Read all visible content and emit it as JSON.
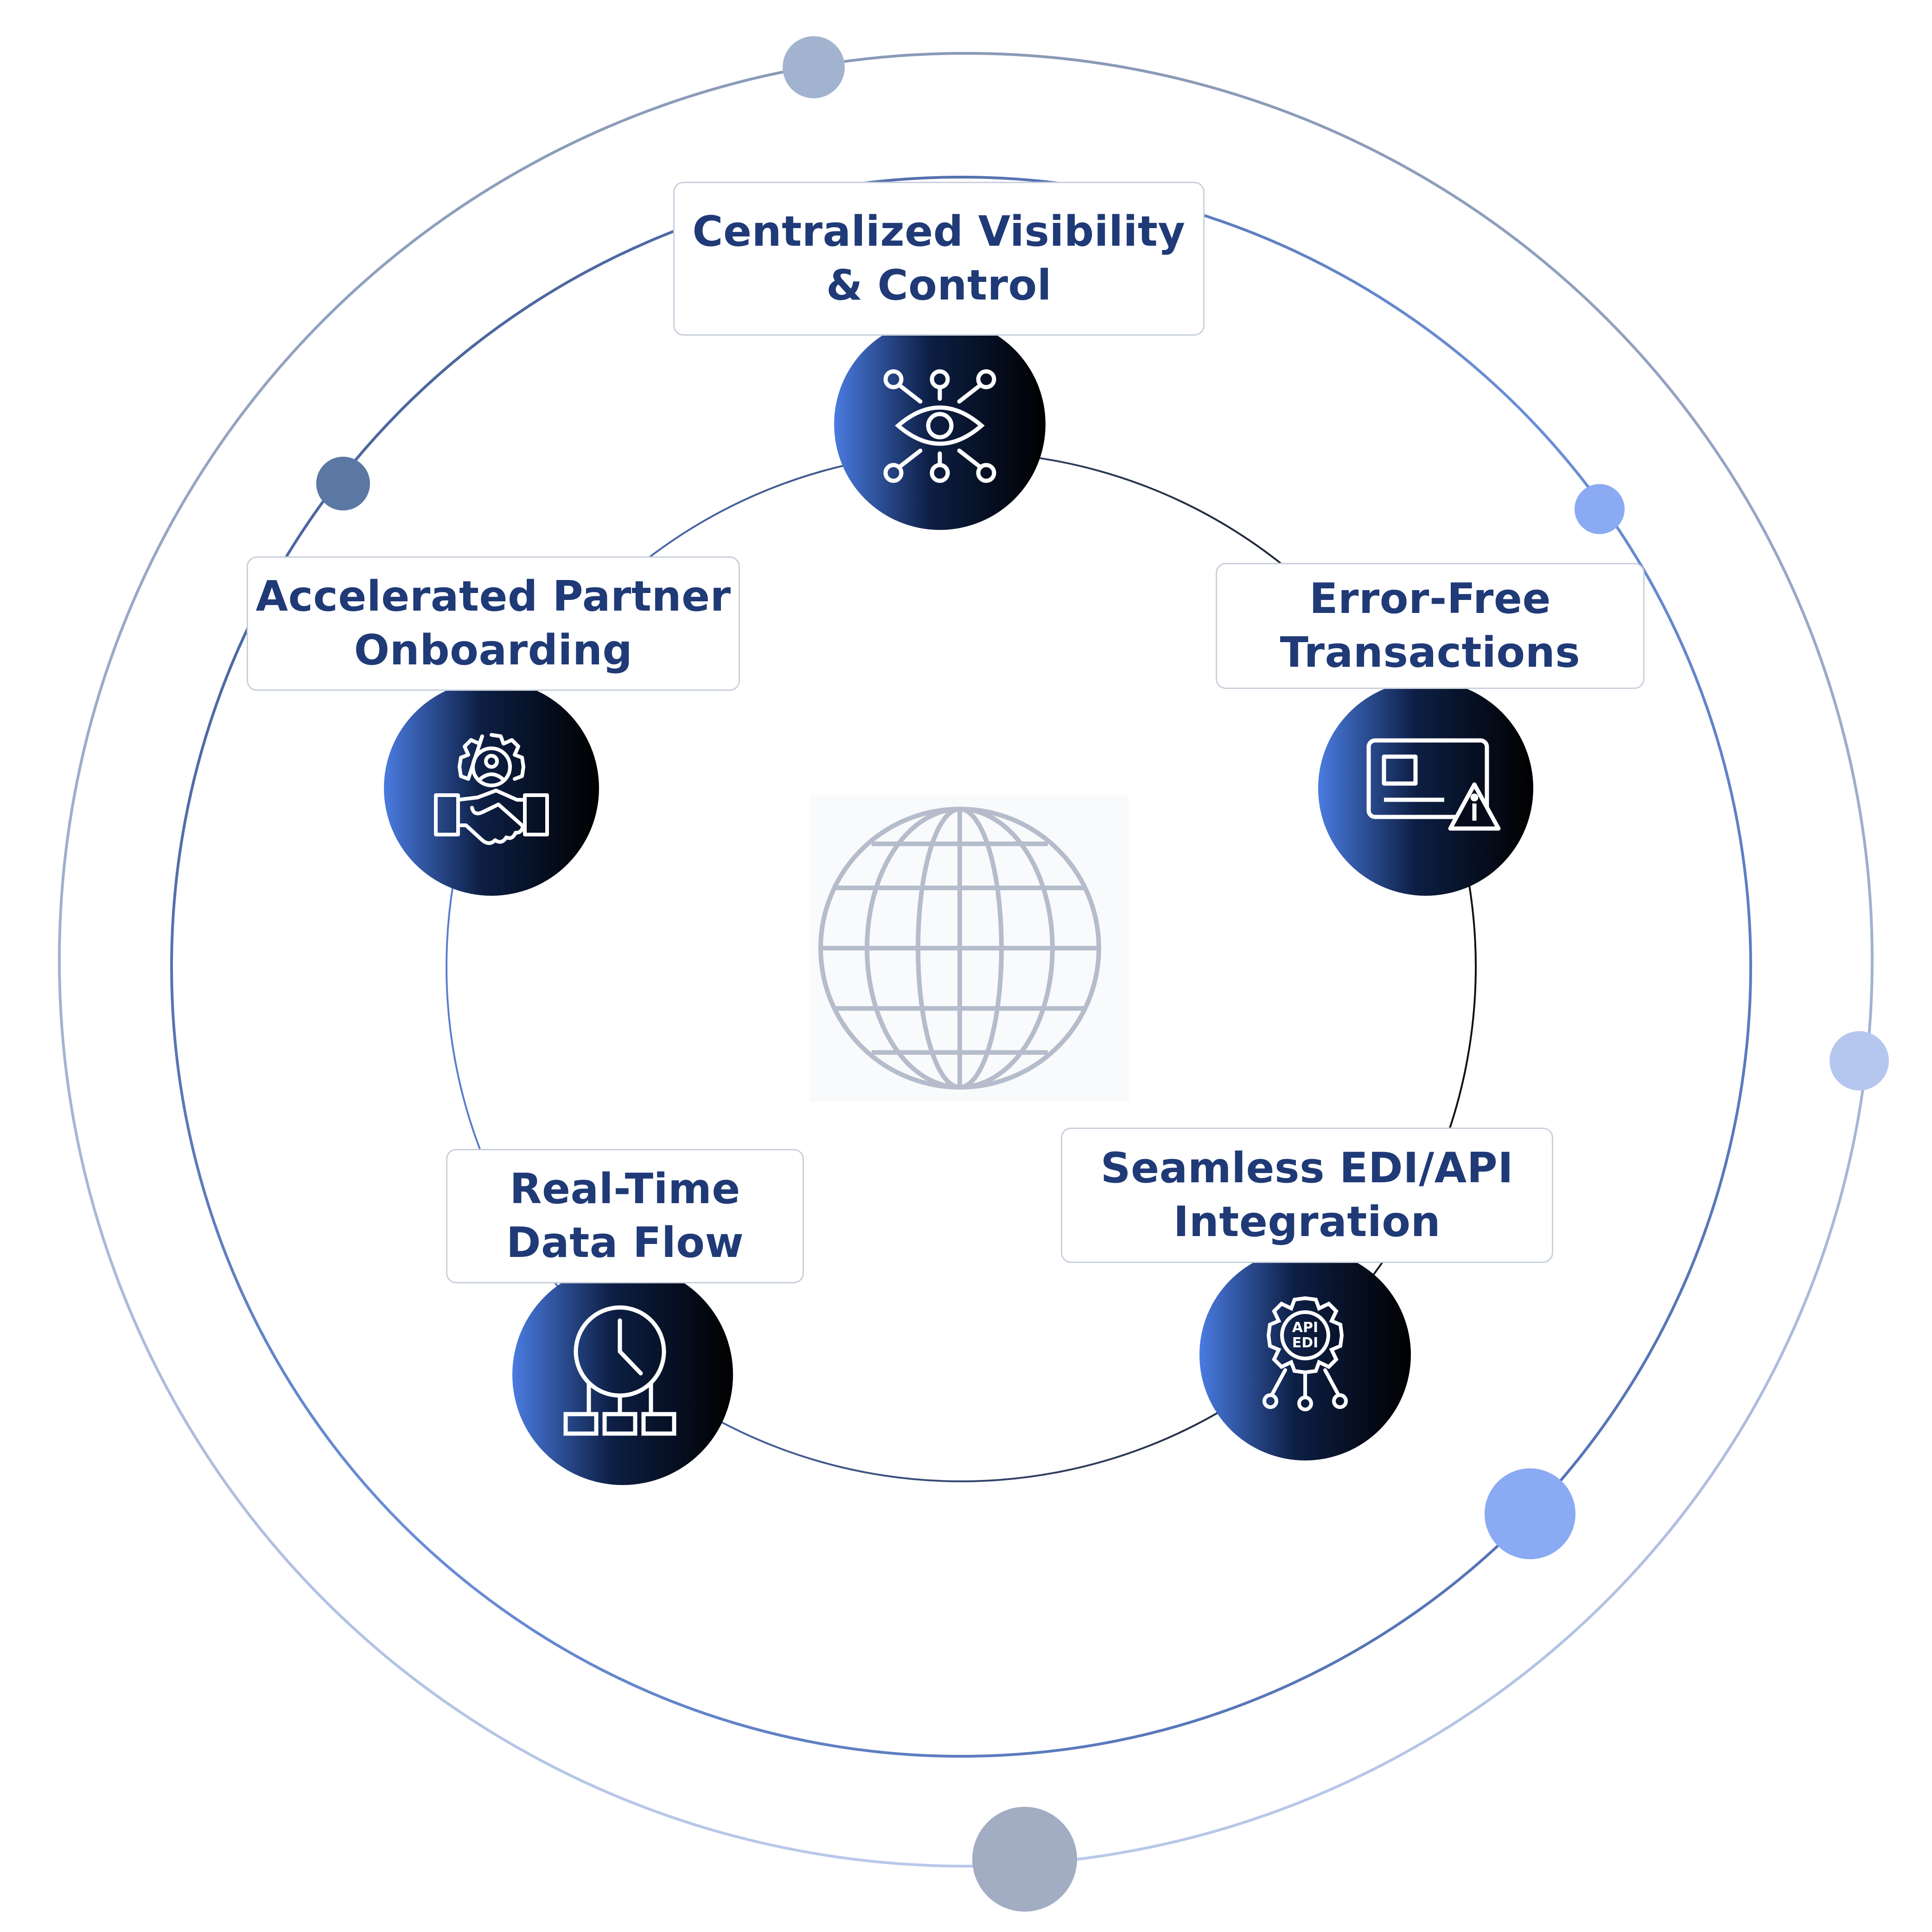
{
  "benefits": [
    {
      "label": "Centralized Visibility\n& Control",
      "icon": "network-eye-icon"
    },
    {
      "label": "Error-Free\nTransactions",
      "icon": "card-warning-icon"
    },
    {
      "label": "Seamless EDI/API\nIntegration",
      "icon": "api-edi-gear-icon",
      "icon_text": [
        "API",
        "EDI"
      ]
    },
    {
      "label": "Real-Time\nData Flow",
      "icon": "clock-flow-icon"
    },
    {
      "label": "Accelerated Partner\nOnboarding",
      "icon": "handshake-gear-icon"
    }
  ],
  "center": {
    "icon": "globe-icon"
  },
  "colors": {
    "text": "#1f3a76",
    "icon_gradient_start": "#4a7be0",
    "icon_gradient_mid": "#0d1f45",
    "icon_gradient_end": "#000000",
    "label_border": "#c9d0dc",
    "orbit_dot_dark": "#5b77a3",
    "orbit_dot_light": "#8aaaf3",
    "orbit_dot_gray": "#a2b3cf"
  }
}
